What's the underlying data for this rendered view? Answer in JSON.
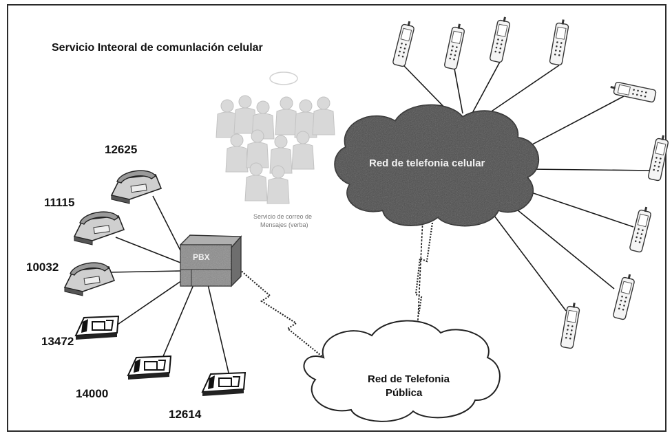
{
  "title": "Servicio Inteoral de comunlación celular",
  "pbx_label": "PBX",
  "cellular_network_label": "Red de telefonia celular",
  "public_network_label_line1": "Red de Telefonia",
  "public_network_label_line2": "Pública",
  "voicemail_label_line1": "Servicio de correo de",
  "voicemail_label_line2": "Mensajes (verba)",
  "extensions": [
    "12625",
    "11115",
    "10032",
    "13472",
    "14000",
    "12614"
  ],
  "colors": {
    "cloud_dark": "#4a4a4a",
    "cloud_light": "#ffffff",
    "pbx": "#8a8a8a",
    "people": "#d6d6d6",
    "line": "#1a1a1a"
  },
  "icons": [
    "desk-phone-icon",
    "cell-phone-icon",
    "pbx-icon",
    "lightning-link-icon",
    "people-icon",
    "cloud-icon"
  ]
}
